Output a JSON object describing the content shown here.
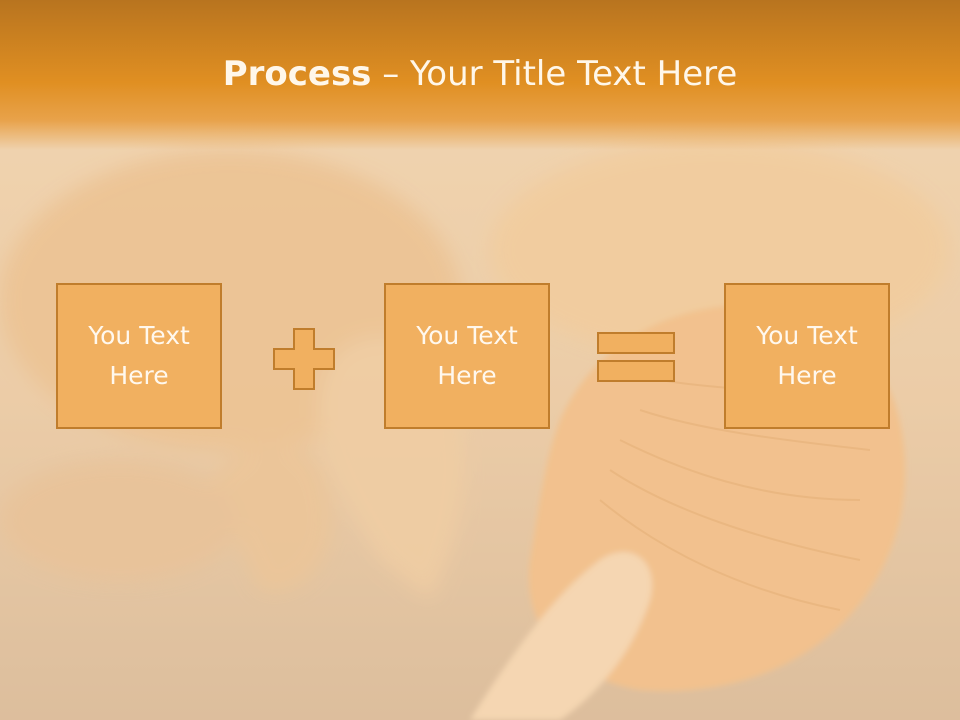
{
  "slide": {
    "title_strong": "Process",
    "title_rest": " – Your Title Text Here",
    "boxes": [
      {
        "label": "You Text Here"
      },
      {
        "label": "You Text Here"
      },
      {
        "label": "You Text Here"
      }
    ],
    "operators": [
      "plus-icon",
      "equals-icon"
    ],
    "colors": {
      "header": "#e08f22",
      "box_fill": "#f1b060",
      "box_border": "#c07d2c",
      "text": "#fff8ee"
    }
  }
}
